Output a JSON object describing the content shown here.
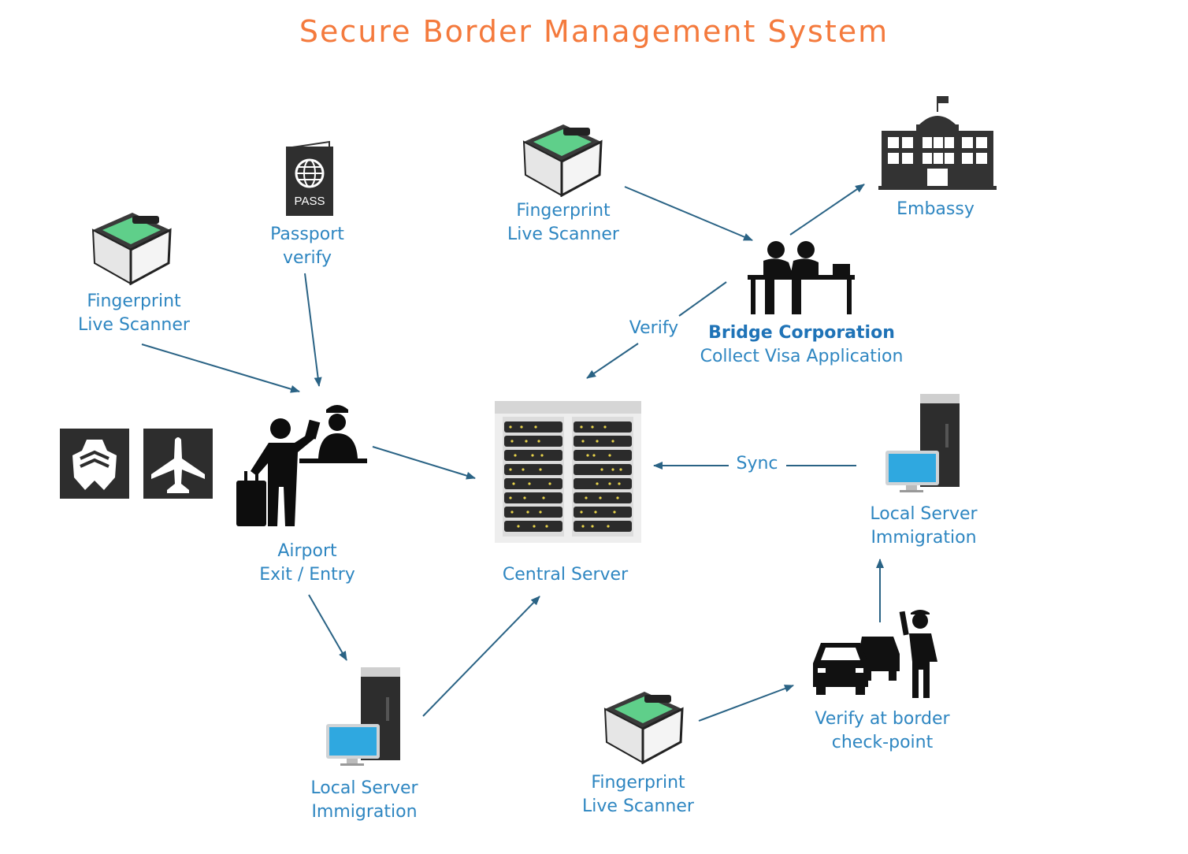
{
  "title": "Secure Border Management System",
  "colors": {
    "title": "#f47a3d",
    "label": "#2e86c1",
    "arrow": "#2a6385",
    "icon": "#1a1a1a"
  },
  "nodes": {
    "fp_left": {
      "icon": "fingerprint-scanner-icon",
      "line1": "Fingerprint",
      "line2": "Live Scanner"
    },
    "passport": {
      "icon": "passport-icon",
      "badge": "PASS",
      "line1": "Passport",
      "line2": "verify"
    },
    "fp_top": {
      "icon": "fingerprint-scanner-icon",
      "line1": "Fingerprint",
      "line2": "Live Scanner"
    },
    "embassy": {
      "icon": "embassy-icon",
      "line1": "Embassy"
    },
    "bridge": {
      "icon": "office-desk-icon",
      "line1": "Bridge Corporation",
      "line2": "Collect Visa Application"
    },
    "transport": {
      "icons": [
        "ship-icon",
        "airplane-icon"
      ]
    },
    "airport": {
      "icon": "traveler-officer-icon",
      "line1": "Airport",
      "line2": "Exit / Entry"
    },
    "central": {
      "icon": "server-rack-icon",
      "line1": "Central Server"
    },
    "local_right": {
      "icon": "local-server-icon",
      "line1": "Local Server",
      "line2": "Immigration"
    },
    "local_bottom": {
      "icon": "local-server-icon",
      "line1": "Local Server",
      "line2": "Immigration"
    },
    "fp_bottom": {
      "icon": "fingerprint-scanner-icon",
      "line1": "Fingerprint",
      "line2": "Live Scanner"
    },
    "checkpoint": {
      "icon": "car-checkpoint-icon",
      "line1": "Verify at border",
      "line2": "check-point"
    }
  },
  "edges": [
    {
      "from": "fp_left",
      "to": "airport",
      "label": ""
    },
    {
      "from": "passport",
      "to": "airport",
      "label": ""
    },
    {
      "from": "fp_top",
      "to": "bridge",
      "label": ""
    },
    {
      "from": "bridge",
      "to": "embassy",
      "label": ""
    },
    {
      "from": "bridge",
      "to": "central",
      "label": "Verify"
    },
    {
      "from": "airport",
      "to": "central",
      "label": ""
    },
    {
      "from": "local_right",
      "to": "central",
      "label": "Sync"
    },
    {
      "from": "airport",
      "to": "local_bottom",
      "label": ""
    },
    {
      "from": "local_bottom",
      "to": "central",
      "label": ""
    },
    {
      "from": "fp_bottom",
      "to": "checkpoint",
      "label": ""
    },
    {
      "from": "checkpoint",
      "to": "local_right",
      "label": ""
    }
  ]
}
